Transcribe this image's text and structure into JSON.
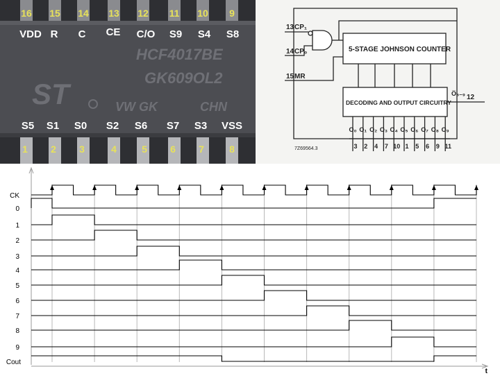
{
  "chip": {
    "top_pin_numbers": [
      "16",
      "15",
      "14",
      "13",
      "12",
      "11",
      "10",
      "9"
    ],
    "top_pin_labels": [
      "VDD",
      "R",
      "C",
      "CE",
      "C/O",
      "S9",
      "S4",
      "S8"
    ],
    "bottom_pin_labels": [
      "S5",
      "S1",
      "S0",
      "S2",
      "S6",
      "S7",
      "S3",
      "VSS"
    ],
    "bottom_pin_numbers": [
      "1",
      "2",
      "3",
      "4",
      "5",
      "6",
      "7",
      "8"
    ],
    "marking_line1": "HCF4017BE",
    "marking_line2": "GK609OL2",
    "marking_line3_left": "VW GK",
    "marking_line3_right": "CHN",
    "logo_text": "ST"
  },
  "schematic": {
    "pin_cp1": "13",
    "label_cp1": "CP₁",
    "pin_cp0": "14",
    "label_cp0": "CP₀",
    "pin_mr": "15",
    "label_mr": "MR",
    "counter_label": "5-STAGE JOHNSON COUNTER",
    "decoder_label": "DECODING AND OUTPUT CIRCUITRY",
    "carry_label": "O̅₅₋₉",
    "carry_pin": "12",
    "outputs": [
      "O₀",
      "O₁",
      "O₂",
      "O₃",
      "O₄",
      "O₅",
      "O₆",
      "O₇",
      "O₈",
      "O₉"
    ],
    "output_pins": [
      "3",
      "2",
      "4",
      "7",
      "10",
      "1",
      "5",
      "6",
      "9",
      "11"
    ],
    "figure_code": "7Z69564.3"
  },
  "timing": {
    "signal_labels": [
      "CK",
      "0",
      "1",
      "2",
      "3",
      "4",
      "5",
      "6",
      "7",
      "8",
      "9",
      "Cout"
    ],
    "time_label": "t",
    "clock_periods": 10,
    "high_period_index": [
      0,
      1,
      2,
      3,
      4,
      5,
      6,
      7,
      8,
      9,
      0
    ],
    "carry_high_periods": [
      0,
      1,
      2,
      3,
      4,
      10
    ]
  }
}
